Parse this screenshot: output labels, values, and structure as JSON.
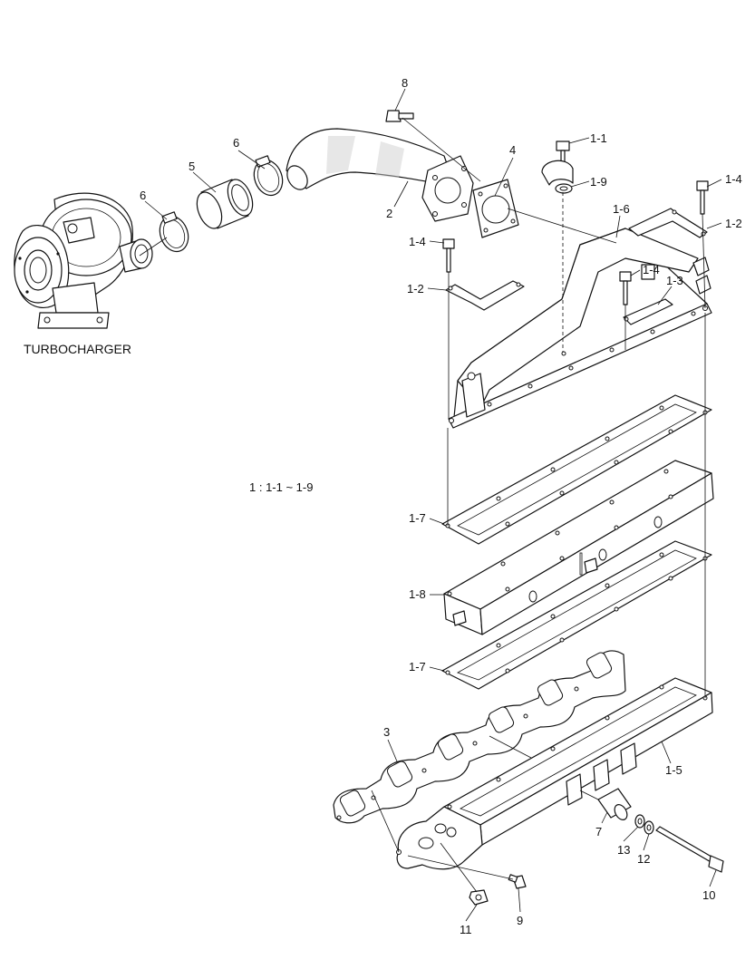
{
  "diagram": {
    "turbocharger_label": "TURBOCHARGER",
    "note": "1 : 1-1 ~ 1-9",
    "callouts": {
      "c8": "8",
      "c6a": "6",
      "c5": "5",
      "c6b": "6",
      "c2": "2",
      "c4": "4",
      "c1_1": "1-1",
      "c1_9": "1-9",
      "c1_6": "1-6",
      "c1_4a": "1-4",
      "c1_2a": "1-2",
      "c1_4b": "1-4",
      "c1_2b": "1-2",
      "c1_4c": "1-4",
      "c1_3": "1-3",
      "c1_7a": "1-7",
      "c1_8": "1-8",
      "c1_7b": "1-7",
      "c3": "3",
      "c1_5": "1-5",
      "c7": "7",
      "c13": "13",
      "c12": "12",
      "c10": "10",
      "c11": "11",
      "c9": "9"
    }
  }
}
